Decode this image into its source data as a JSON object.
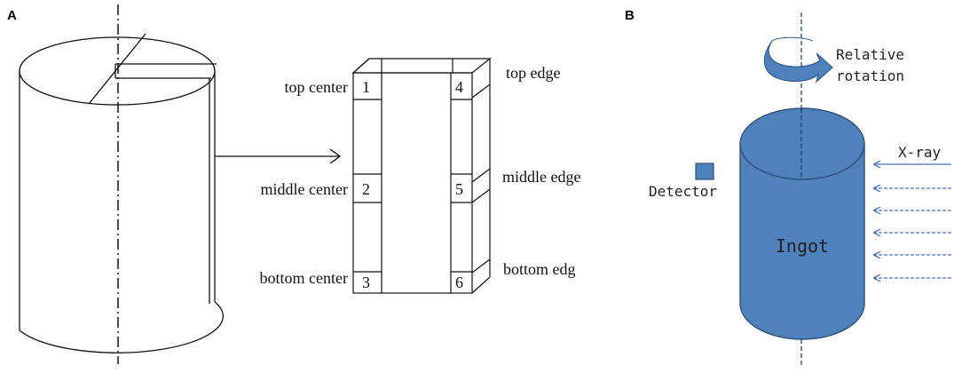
{
  "panels": {
    "a": {
      "label": "A"
    },
    "b": {
      "label": "B"
    }
  },
  "panel_a": {
    "labels": {
      "top_center": "top center",
      "middle_center": "middle center",
      "bottom_center": "bottom center",
      "top_edge": "top edge",
      "middle_edge": "middle edge",
      "bottom_edge": "bottom edg"
    },
    "numbers": [
      "1",
      "2",
      "3",
      "4",
      "5",
      "6"
    ]
  },
  "panel_b": {
    "rotation_label_line1": "Relative",
    "rotation_label_line2": "rotation",
    "xray_label": "X-ray",
    "detector_label": "Detector",
    "ingot_label": "Ingot",
    "colors": {
      "ingot_fill": "#4f81bd",
      "ingot_stroke": "#2f4f7a",
      "arrow": "#4472c4"
    }
  }
}
